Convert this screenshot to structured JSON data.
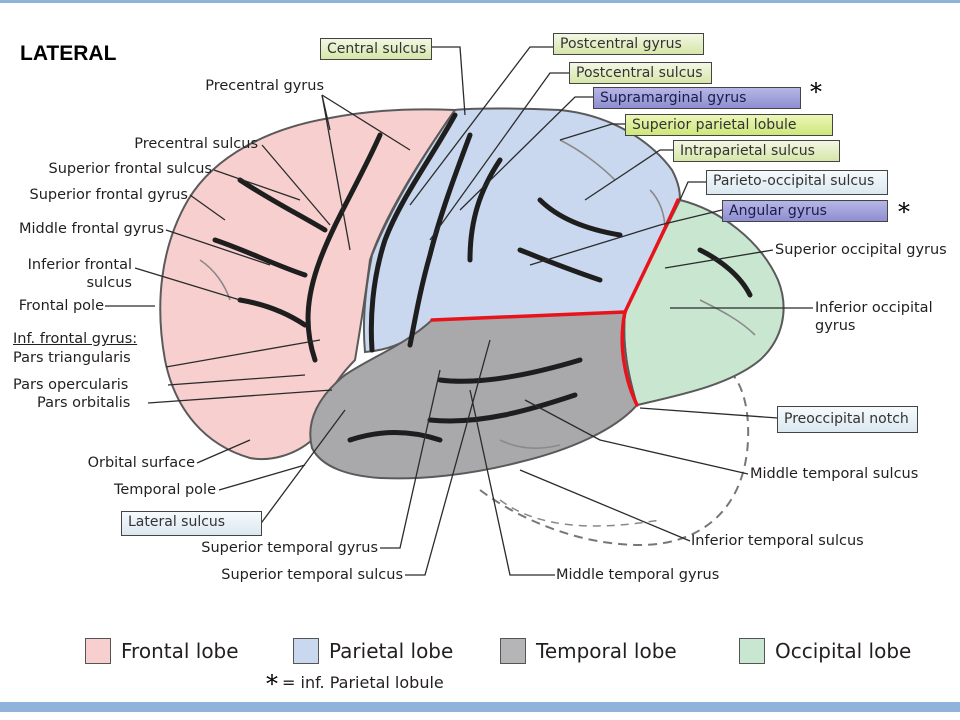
{
  "title": "LATERAL",
  "top_boxes": [
    "Central sulcus",
    "Postcentral gyrus",
    "Postcentral sulcus",
    "Supramarginal gyrus",
    "Superior parietal lobule",
    "Intraparietal sulcus",
    "Parieto-occipital sulcus",
    "Angular gyrus"
  ],
  "bottom_boxes": [
    "Preoccipital notch",
    "Lateral sulcus"
  ],
  "left_labels": {
    "precentral_gyrus": "Precentral gyrus",
    "precentral_sulcus": "Precentral sulcus",
    "superior_frontal_sulcus": "Superior frontal sulcus",
    "superior_frontal_gyrus": "Superior frontal gyrus",
    "middle_frontal_gyrus": "Middle frontal gyrus",
    "inferior_frontal_sulcus_1": "Inferior frontal",
    "inferior_frontal_sulcus_2": "sulcus",
    "frontal_pole": "Frontal pole",
    "inf_frontal_gyrus": "Inf. frontal gyrus:",
    "pars_triangularis": "Pars triangularis",
    "pars_opercularis": "Pars opercularis",
    "pars_orbitalis": "Pars orbitalis",
    "orbital_surface": "Orbital surface",
    "temporal_pole": "Temporal pole"
  },
  "right_labels": {
    "superior_occipital_gyrus": "Superior occipital gyrus",
    "inferior_occipital_gyrus_1": "Inferior occipital",
    "inferior_occipital_gyrus_2": "gyrus",
    "middle_temporal_sulcus": "Middle temporal sulcus",
    "inferior_temporal_sulcus": "Inferior temporal sulcus"
  },
  "bottom_labels": {
    "superior_temporal_gyrus": "Superior temporal gyrus",
    "superior_temporal_sulcus": "Superior temporal sulcus",
    "middle_temporal_gyrus": "Middle temporal gyrus"
  },
  "asterisk": "*",
  "legend": [
    {
      "label": "Frontal lobe",
      "color": "#f7cfcf"
    },
    {
      "label": "Parietal lobe",
      "color": "#c9d8ef"
    },
    {
      "label": "Temporal lobe",
      "color": "#b5b5b8"
    },
    {
      "label": "Occipital lobe",
      "color": "#c9e6d0"
    }
  ],
  "footnote": "= inf. Parietal lobule",
  "colors": {
    "frontal": "#f7cfcf",
    "parietal": "#c9d8ef",
    "temporal": "#a9a9ac",
    "occipital": "#c9e6d0",
    "boundary": "#e8141b"
  }
}
